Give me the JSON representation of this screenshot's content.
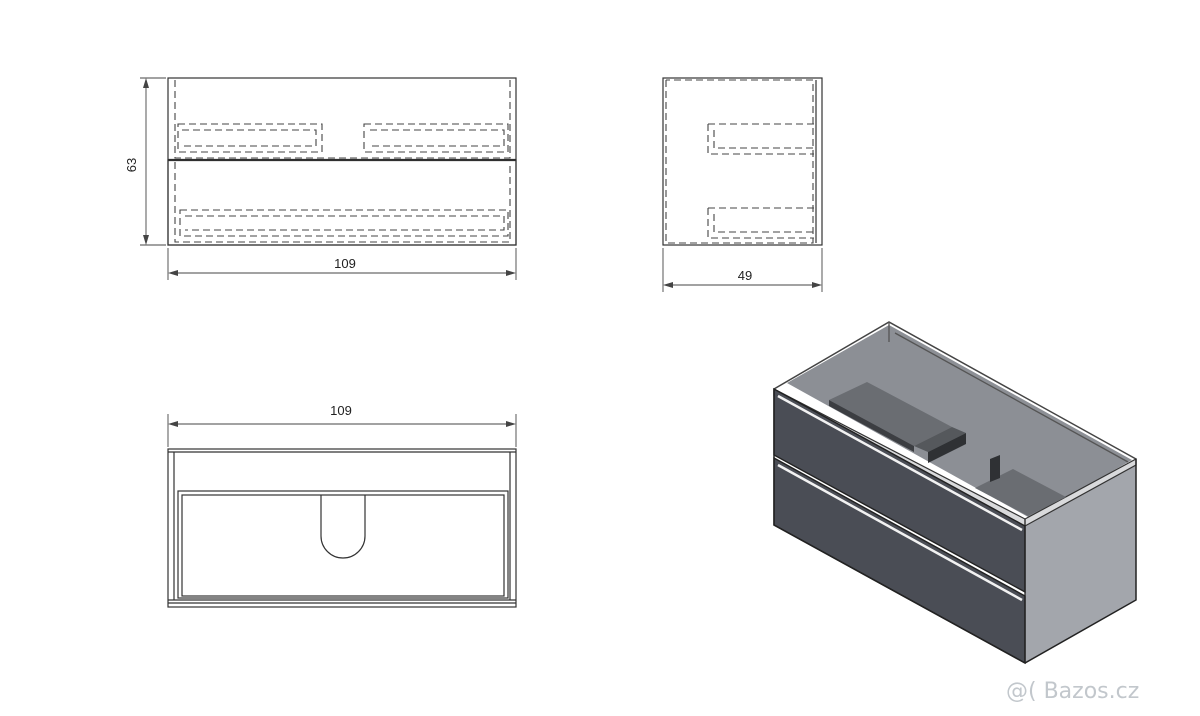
{
  "front_view": {
    "height_label": "63",
    "width_label": "109"
  },
  "side_view": {
    "depth_label": "49"
  },
  "top_view": {
    "width_label": "109"
  },
  "isometric_view": {
    "drawer_color": "#4a4d55",
    "drawer_side_color": "#6b6e74",
    "side_panel_color": "#a3a6ac",
    "interior_color": "#8c8f95",
    "edge_highlight": "#f2f2f2"
  },
  "watermark": {
    "text": "@( Bazos.cz"
  }
}
